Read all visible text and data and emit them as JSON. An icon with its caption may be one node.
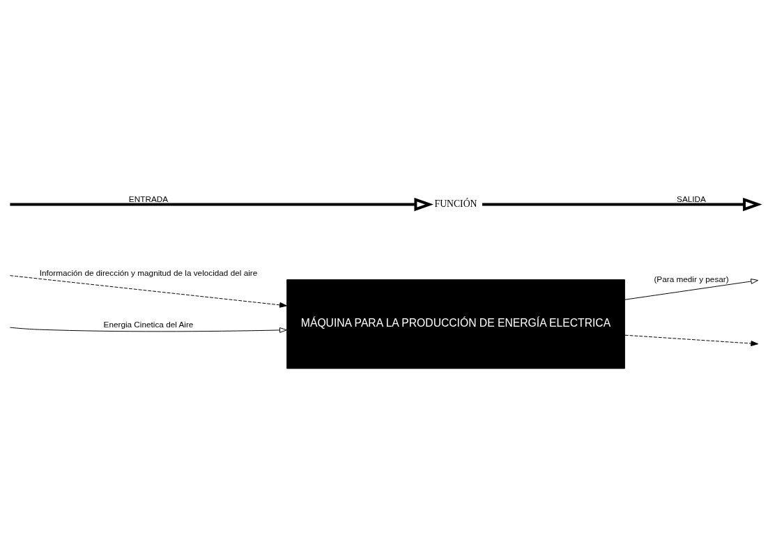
{
  "diagram": {
    "nodes": [
      {
        "text": [
          "MÁQUINA PARA LA PRODUCCIÓN DE ENERGÍA ELECTRICA"
        ]
      },
      {
        "text": [
          "FUNCIÓN"
        ]
      }
    ],
    "edges": [
      {
        "from": null,
        "to": 0,
        "arrow": "to",
        "label": "Información de dirección y magnitud de la velocidad del aire",
        "style": "dashed"
      },
      {
        "from": null,
        "to": 0,
        "arrow": "to",
        "label": "Energia Cinetica del Aire"
      },
      {
        "from": 0,
        "to": null,
        "arrow": "to",
        "label": "(Para medir y pesar)"
      },
      {
        "from": 0,
        "to": null,
        "arrow": "to",
        "style": "dashed"
      },
      {
        "from": null,
        "to": 1,
        "arrow": "to",
        "label": "ENTRADA",
        "style": "thick"
      },
      {
        "from": 1,
        "to": null,
        "arrow": "to",
        "label": "SALIDA",
        "style": "thick"
      }
    ]
  }
}
